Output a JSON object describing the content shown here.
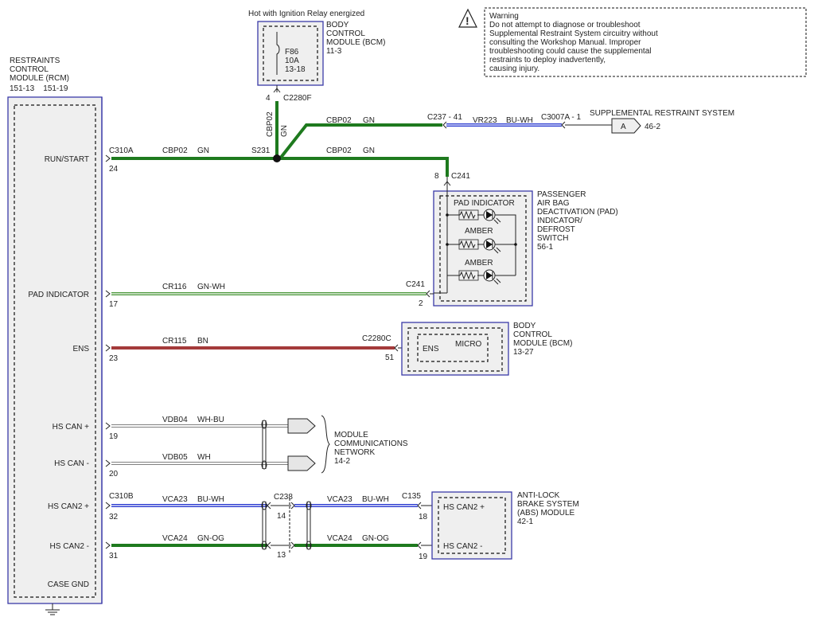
{
  "colors": {
    "green": "#1e7a1e",
    "green_white": "#4f9a3f",
    "brown": "#a43a3a",
    "blue": "#2a3ad0",
    "white_wire": "#ffffff",
    "box_stroke": "#3a3aa8",
    "box_fill": "#efefef"
  },
  "top_label": "Hot with Ignition Relay energized",
  "warning": {
    "icon": "warning-triangle-icon",
    "lines": [
      "Warning",
      "Do not attempt to diagnose or troubleshoot",
      "Supplemental Restraint System circuitry without",
      "consulting the Workshop Manual. Improper",
      "troubleshooting could cause the supplemental",
      "restraints to deploy inadvertently,",
      "causing injury."
    ]
  },
  "modules": {
    "rcm": {
      "lines": [
        "RESTRAINTS",
        "CONTROL",
        "MODULE (RCM)",
        "151-13    151-19"
      ]
    },
    "bcm_fuse": {
      "lines": [
        "BODY",
        "CONTROL",
        "MODULE (BCM)",
        "11-3"
      ],
      "fuse": [
        "F86",
        "10A",
        "13-18"
      ]
    },
    "pad": {
      "lines": [
        "PASSENGER",
        "AIR BAG",
        "DEACTIVATION (PAD)",
        "INDICATOR/",
        "DEFROST",
        "SWITCH",
        "56-1"
      ],
      "inner": [
        "PAD INDICATOR",
        "AMBER",
        "AMBER"
      ]
    },
    "bcm_micro": {
      "lines": [
        "BODY",
        "CONTROL",
        "MODULE (BCM)",
        "13-27"
      ],
      "inner_micro": "MICRO",
      "inner_ens": "ENS"
    },
    "mcn": {
      "lines": [
        "MODULE",
        "COMMUNICATIONS",
        "NETWORK",
        "14-2"
      ]
    },
    "abs": {
      "lines": [
        "ANTI-LOCK",
        "BRAKE SYSTEM",
        "(ABS) MODULE",
        "42-1"
      ],
      "pins": [
        "HS CAN2 +",
        "HS CAN2 -"
      ]
    },
    "srs": {
      "label": "SUPPLEMENTAL RESTRAINT SYSTEM",
      "connector": "A",
      "ref": "46-2"
    }
  },
  "rcm_pins": [
    {
      "name": "RUN/START",
      "pin": "24"
    },
    {
      "name": "PAD INDICATOR",
      "pin": "17"
    },
    {
      "name": "ENS",
      "pin": "23"
    },
    {
      "name": "HS CAN +",
      "pin": "19"
    },
    {
      "name": "HS CAN -",
      "pin": "20"
    },
    {
      "name": "HS CAN2 +",
      "pin": "32"
    },
    {
      "name": "HS CAN2 -",
      "pin": "31"
    },
    {
      "name": "CASE GND",
      "pin": ""
    }
  ],
  "connectors": {
    "c310a": "C310A",
    "c310b": "C310B",
    "c2280f": "C2280F",
    "c2280f_pin": "4",
    "s231": "S231",
    "c237": "C237 - 41",
    "c3007a": "C3007A - 1",
    "c241_top": "C241",
    "c241_top_pin": "8",
    "c241_bottom": "C241",
    "c241_bottom_pin": "2",
    "c2280c": "C2280C",
    "c2280c_pin": "51",
    "c238": "C238",
    "c238_pin_top": "14",
    "c238_pin_bottom": "13",
    "c135": "C135",
    "c135_pin_top": "18",
    "c135_pin_bottom": "19"
  },
  "wires": {
    "cbp02_vertical": {
      "circuit": "CBP02",
      "color": "GN"
    },
    "cbp02_rcm": {
      "circuit": "CBP02",
      "color": "GN"
    },
    "cbp02_upper": {
      "circuit": "CBP02",
      "color": "GN"
    },
    "cbp02_lower": {
      "circuit": "CBP02",
      "color": "GN"
    },
    "vr223": {
      "circuit": "VR223",
      "color": "BU-WH"
    },
    "cr116": {
      "circuit": "CR116",
      "color": "GN-WH"
    },
    "cr115": {
      "circuit": "CR115",
      "color": "BN"
    },
    "vdb04": {
      "circuit": "VDB04",
      "color": "WH-BU"
    },
    "vdb05": {
      "circuit": "VDB05",
      "color": "WH"
    },
    "vca23_left": {
      "circuit": "VCA23",
      "color": "BU-WH"
    },
    "vca23_right": {
      "circuit": "VCA23",
      "color": "BU-WH"
    },
    "vca24_left": {
      "circuit": "VCA24",
      "color": "GN-OG"
    },
    "vca24_right": {
      "circuit": "VCA24",
      "color": "GN-OG"
    }
  }
}
